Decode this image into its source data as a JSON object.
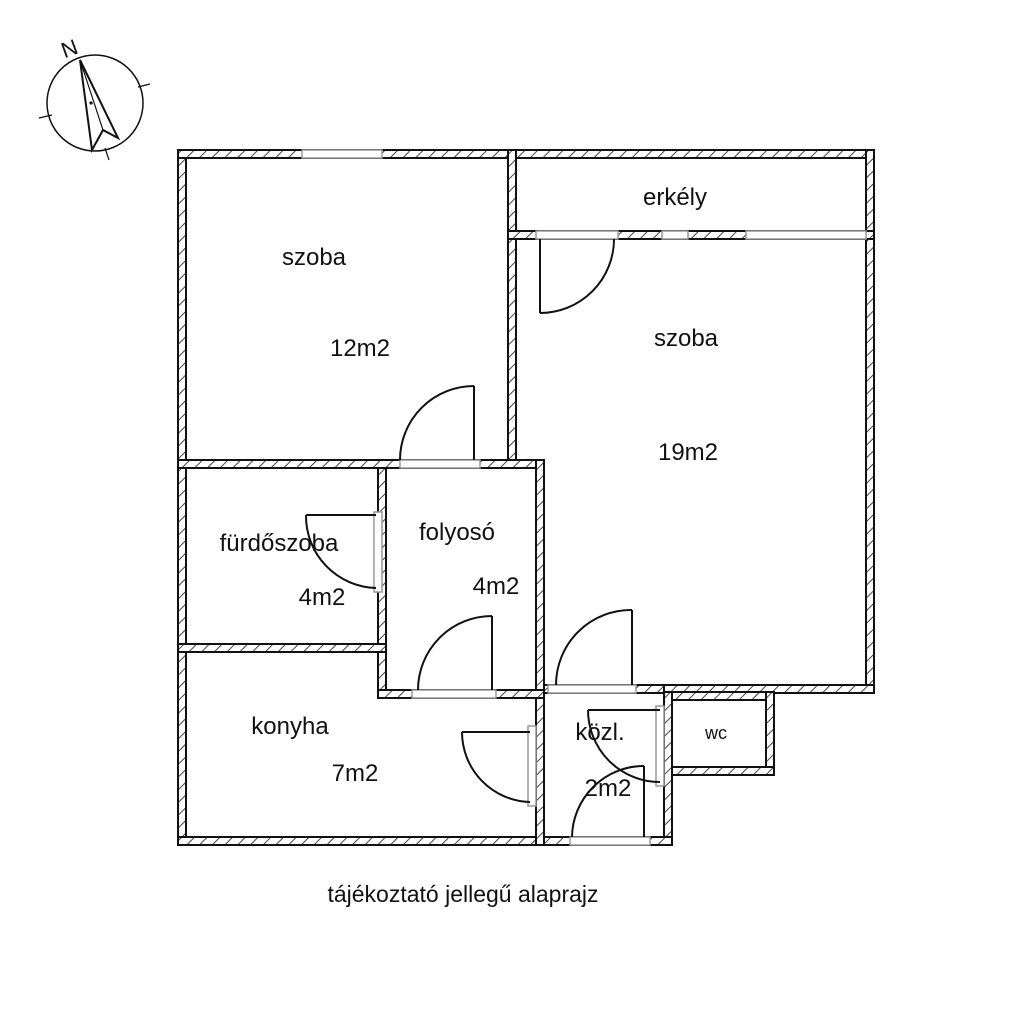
{
  "compass": {
    "north_letter": "N",
    "icon": "north-arrow-icon"
  },
  "rooms": {
    "szoba_small": {
      "name": "szoba",
      "area": "12m2"
    },
    "erkely": {
      "name": "erkély"
    },
    "szoba_large": {
      "name": "szoba",
      "area": "19m2"
    },
    "furdoszoba": {
      "name": "fürdőszoba",
      "area": "4m2"
    },
    "folyoso": {
      "name": "folyosó",
      "area": "4m2"
    },
    "konyha": {
      "name": "konyha",
      "area": "7m2"
    },
    "kozl": {
      "name": "közl.",
      "area": "2m2"
    },
    "wc": {
      "name": "wc"
    }
  },
  "caption": "tájékoztató jellegű alaprajz",
  "colors": {
    "wall": "#111111",
    "hatch": "#555555",
    "window": "#bbbbbb",
    "background": "#ffffff"
  }
}
